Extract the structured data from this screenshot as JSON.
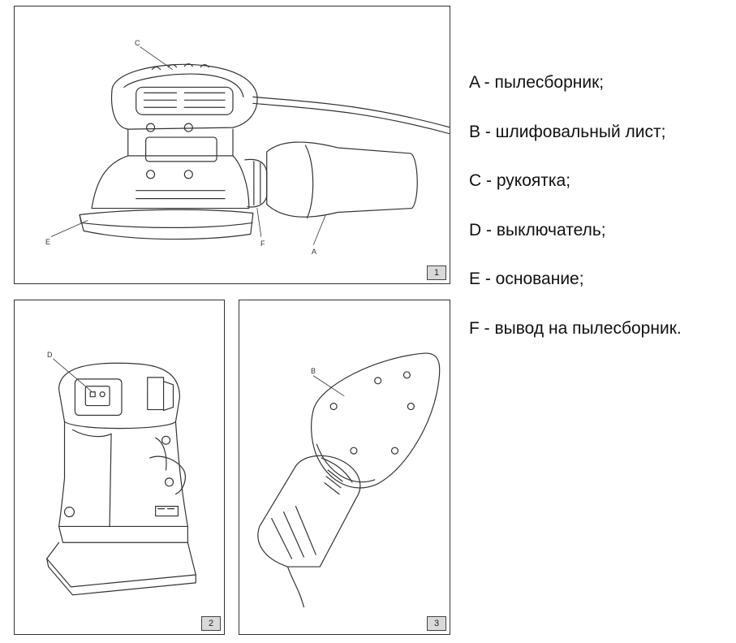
{
  "panels": [
    {
      "number": "1",
      "callouts": [
        "C",
        "E",
        "F",
        "A"
      ]
    },
    {
      "number": "2",
      "callouts": [
        "D"
      ]
    },
    {
      "number": "3",
      "callouts": [
        "B"
      ]
    }
  ],
  "legend": [
    "A - пылесборник;",
    "B - шлифовальный лист;",
    "C - рукоятка;",
    "D - выключатель;",
    "E - основание;",
    "F - вывод на пылесборник."
  ]
}
